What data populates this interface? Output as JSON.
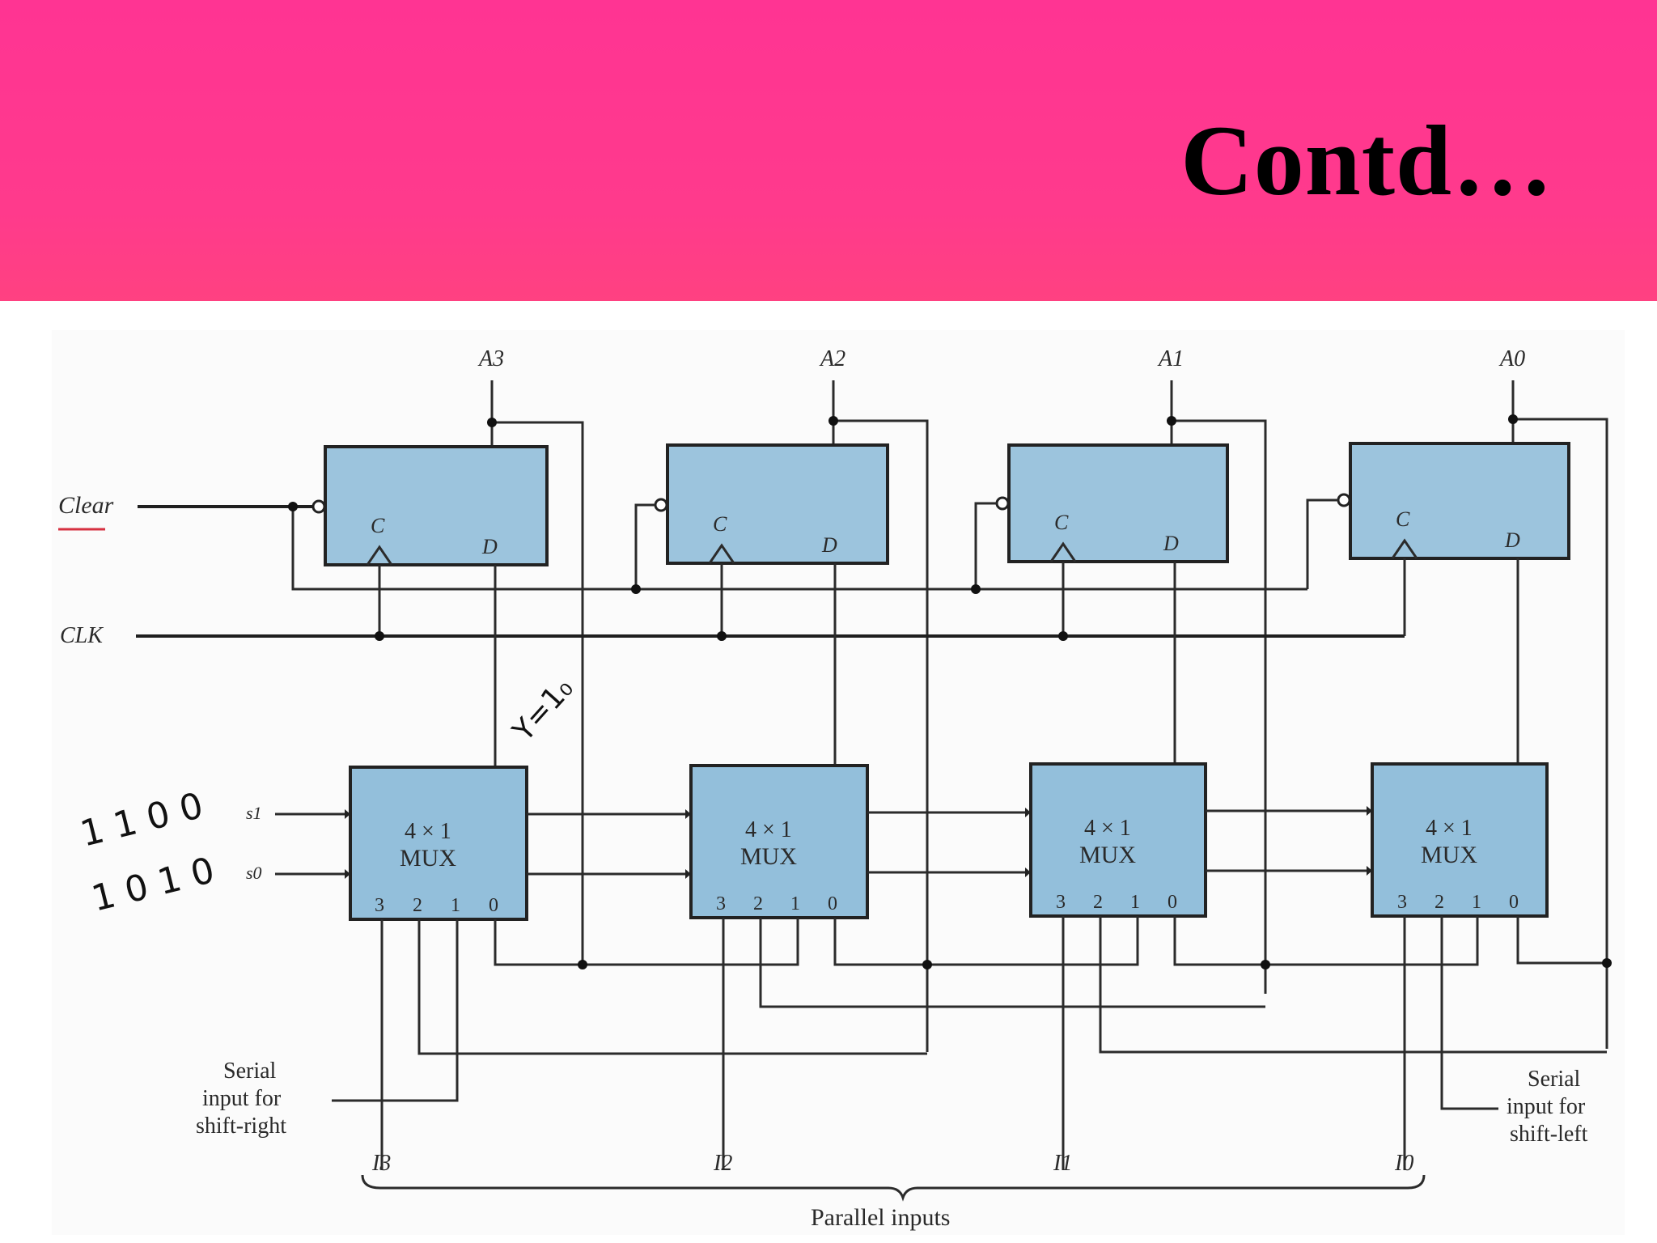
{
  "title": "Contd…",
  "colors": {
    "header": "#ff3493",
    "block_fill": "#9cc4dd",
    "wire": "#2b2b2b"
  },
  "diagram": {
    "signals": {
      "clear": "Clear",
      "clk": "CLK"
    },
    "flip_flops": [
      {
        "output": "A3",
        "clock_pin": "C",
        "data_pin": "D"
      },
      {
        "output": "A2",
        "clock_pin": "C",
        "data_pin": "D"
      },
      {
        "output": "A1",
        "clock_pin": "C",
        "data_pin": "D"
      },
      {
        "output": "A0",
        "clock_pin": "C",
        "data_pin": "D"
      }
    ],
    "muxes": [
      {
        "line1": "4 × 1",
        "line2": "MUX",
        "pins": [
          "3",
          "2",
          "1",
          "0"
        ]
      },
      {
        "line1": "4 × 1",
        "line2": "MUX",
        "pins": [
          "3",
          "2",
          "1",
          "0"
        ]
      },
      {
        "line1": "4 × 1",
        "line2": "MUX",
        "pins": [
          "3",
          "2",
          "1",
          "0"
        ]
      },
      {
        "line1": "4 × 1",
        "line2": "MUX",
        "pins": [
          "3",
          "2",
          "1",
          "0"
        ]
      }
    ],
    "select_lines": {
      "s1": "s1",
      "s0": "s0"
    },
    "parallel_input_labels": [
      "I3",
      "I2",
      "I1",
      "I0"
    ],
    "parallel_inputs_caption": "Parallel inputs",
    "serial_right_caption": [
      "Serial",
      "input for",
      "shift-right"
    ],
    "serial_left_caption": [
      "Serial",
      "input for",
      "shift-left"
    ],
    "handwritten": {
      "s1_bits": "1 1 0 0",
      "s0_bits": "1 0 1 0",
      "note": "Y=1₀"
    }
  }
}
